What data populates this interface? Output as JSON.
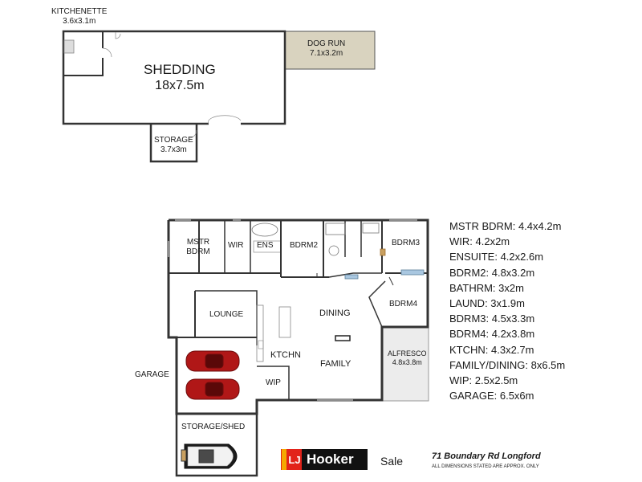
{
  "rooms": {
    "kitchenette": {
      "name": "KITCHENETTE",
      "size": "3.6x3.1m"
    },
    "shedding": {
      "name": "SHEDDING",
      "size": "18x7.5m"
    },
    "dog_run": {
      "name": "DOG RUN",
      "size": "7.1x3.2m"
    },
    "storage": {
      "name": "STORAGE",
      "size": "3.7x3m"
    },
    "mstr_bdrm": {
      "name": "MSTR BDRM"
    },
    "wir": {
      "name": "WIR"
    },
    "ens": {
      "name": "ENS"
    },
    "bdrm2": {
      "name": "BDRM2"
    },
    "bdrm3": {
      "name": "BDRM3"
    },
    "bdrm4": {
      "name": "BDRM4"
    },
    "lounge": {
      "name": "LOUNGE"
    },
    "dining": {
      "name": "DINING"
    },
    "family": {
      "name": "FAMILY"
    },
    "ktchn": {
      "name": "KTCHN"
    },
    "wip": {
      "name": "WIP"
    },
    "alfresco": {
      "name": "ALFRESCO",
      "size": "4.8x3.8m"
    },
    "garage": {
      "name": "GARAGE"
    },
    "storage_shed": {
      "name": "STORAGE/SHED"
    }
  },
  "legend": [
    "MSTR BDRM: 4.4x4.2m",
    "WIR: 4.2x2m",
    "ENSUITE: 4.2x2.6m",
    "BDRM2: 4.8x3.2m",
    "BATHRM: 3x2m",
    "LAUND: 3x1.9m",
    "BDRM3: 4.5x3.3m",
    "BDRM4: 4.2x3.8m",
    "KTCHN: 4.3x2.7m",
    "FAMILY/DINING: 8x6.5m",
    "WIP: 2.5x2.5m",
    "GARAGE: 6.5x6m"
  ],
  "branding": {
    "logo_text": "Hooker",
    "logo_mark": "LJ",
    "sale": "Sale",
    "address": "71 Boundary Rd Longford",
    "note": "ALL DIMENSIONS STATED ARE APPROX. ONLY"
  },
  "colors": {
    "dog_run_fill": "#d9d3bf",
    "alfresco_fill": "#ececec",
    "car_red": "#b01717",
    "logo_red": "#e2231a",
    "logo_yellow": "#f5a800"
  }
}
